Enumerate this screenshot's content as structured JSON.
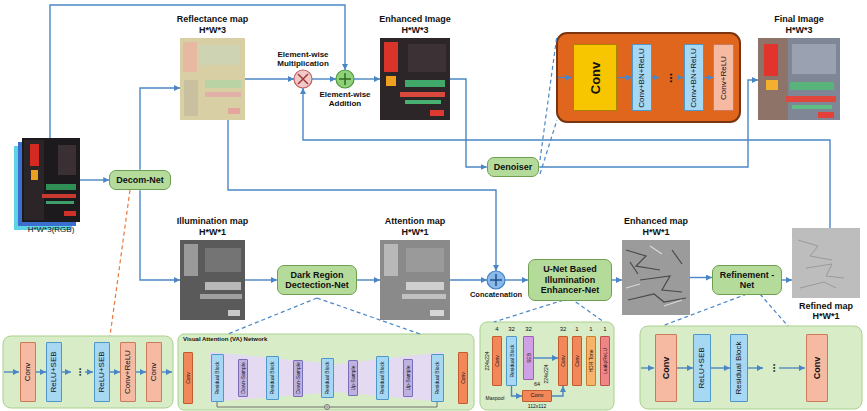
{
  "diagram": {
    "nodes": [
      {
        "text": [
          "H*W*3(RGB)"
        ]
      },
      {
        "text": [
          "Decom-Net"
        ]
      },
      {
        "text": [
          "Reflectance map",
          "H*W*3"
        ]
      },
      {
        "text": [
          "Element-wise Multiplication"
        ]
      },
      {
        "text": [
          "Element-wise Addition"
        ]
      },
      {
        "text": [
          "Enhanced Image",
          "H*W*3"
        ]
      },
      {
        "text": [
          "Denoiser"
        ]
      },
      {
        "text": [
          "Final Image",
          "H*W*3"
        ]
      },
      {
        "text": [
          "Illumination map",
          "H*W*1"
        ]
      },
      {
        "text": [
          "Dark Region Dectection-Net"
        ]
      },
      {
        "text": [
          "Attention map",
          "H*W*1"
        ]
      },
      {
        "text": [
          "Concatenation"
        ]
      },
      {
        "text": [
          "U-Net Based Illumination Enhancer-Net"
        ]
      },
      {
        "text": [
          "Enhanced map",
          "H*W*1"
        ]
      },
      {
        "text": [
          "Refinement -Net"
        ]
      },
      {
        "text": [
          "Refined map",
          "H*W*1"
        ]
      },
      {
        "text": [
          "Conv"
        ]
      },
      {
        "text": [
          "Conv+BN+ReLU"
        ]
      },
      {
        "text": [
          "Conv+BN+ReLU"
        ]
      },
      {
        "text": [
          "Conv+ReLU"
        ]
      },
      {
        "text": [
          "Conv"
        ]
      },
      {
        "text": [
          "ReLU+SEB"
        ]
      },
      {
        "text": [
          "ReLU+SEB"
        ]
      },
      {
        "text": [
          "Conv+ReLU"
        ]
      },
      {
        "text": [
          "Conv"
        ]
      },
      {
        "text": [
          "Visual Attention (VA) Network"
        ]
      },
      {
        "text": [
          "Conv"
        ],
        "in": 25
      },
      {
        "text": [
          "Residual Block"
        ],
        "in": 25
      },
      {
        "text": [
          "Down-Sample"
        ],
        "in": 25
      },
      {
        "text": [
          "Residual Block"
        ],
        "in": 25
      },
      {
        "text": [
          "Down-Sample"
        ],
        "in": 25
      },
      {
        "text": [
          "Residual Block"
        ],
        "in": 25
      },
      {
        "text": [
          "Up-Sample"
        ],
        "in": 25
      },
      {
        "text": [
          "Residual Block"
        ],
        "in": 25
      },
      {
        "text": [
          "Up-Sample"
        ],
        "in": 25
      },
      {
        "text": [
          "Residual Block"
        ],
        "in": 25
      },
      {
        "text": [
          "Conv"
        ],
        "in": 25
      },
      {
        "text": [
          "Conv"
        ]
      },
      {
        "text": [
          "Residual Block"
        ]
      },
      {
        "text": [
          "SEB"
        ]
      },
      {
        "text": [
          "Conv"
        ]
      },
      {
        "text": [
          "Conv"
        ]
      },
      {
        "text": [
          "HDR Tone"
        ]
      },
      {
        "text": [
          "LeakyReLU"
        ]
      },
      {
        "text": [
          "Conv"
        ]
      },
      {
        "text": [
          "Conv"
        ]
      },
      {
        "text": [
          "ReLU+SEB"
        ]
      },
      {
        "text": [
          "Residual Block"
        ]
      },
      {
        "text": [
          "Conv"
        ]
      }
    ],
    "edges": [
      {
        "from": 0,
        "to": 1,
        "arrow": "to"
      },
      {
        "from": 1,
        "to": 2,
        "arrow": "to"
      },
      {
        "from": 1,
        "to": 8,
        "arrow": "to"
      },
      {
        "from": 0,
        "to": 4,
        "arrow": "to"
      },
      {
        "from": 2,
        "to": 3,
        "arrow": "to"
      },
      {
        "from": 3,
        "to": 4,
        "arrow": "to"
      },
      {
        "from": 4,
        "to": 5,
        "arrow": "to"
      },
      {
        "from": 5,
        "to": 6,
        "arrow": "to"
      },
      {
        "from": 6,
        "to": 7,
        "arrow": "to"
      },
      {
        "from": 2,
        "to": 11,
        "arrow": "to"
      },
      {
        "from": 15,
        "to": 3,
        "arrow": "to"
      },
      {
        "from": 8,
        "to": 9,
        "arrow": "to"
      },
      {
        "from": 9,
        "to": 10,
        "arrow": "to"
      },
      {
        "from": 10,
        "to": 11,
        "arrow": "to"
      },
      {
        "from": 11,
        "to": 12,
        "arrow": "to"
      },
      {
        "from": 12,
        "to": 13,
        "arrow": "to"
      },
      {
        "from": 13,
        "to": 14,
        "arrow": "to"
      },
      {
        "from": 14,
        "to": 15,
        "arrow": "to"
      },
      {
        "from": 16,
        "to": 17,
        "arrow": "to"
      },
      {
        "from": 18,
        "to": 19,
        "arrow": "to"
      },
      {
        "from": 20,
        "to": 21,
        "arrow": "to"
      },
      {
        "from": 22,
        "to": 23,
        "arrow": "to"
      },
      {
        "from": 23,
        "to": 24,
        "arrow": "to"
      },
      {
        "from": 39,
        "to": 40,
        "arrow": "to"
      },
      {
        "from": 38,
        "to": 44,
        "arrow": "to"
      },
      {
        "from": 44,
        "to": 40,
        "arrow": "to"
      },
      {
        "from": 45,
        "to": 46,
        "arrow": "to"
      },
      {
        "from": 46,
        "to": 47,
        "arrow": "to"
      }
    ],
    "labels": [
      "...",
      "...",
      "...",
      "4",
      "32",
      "32",
      "32",
      "1",
      "1",
      "1",
      "224x224",
      "224x224",
      "Maxpool",
      "64",
      "112x112"
    ]
  }
}
